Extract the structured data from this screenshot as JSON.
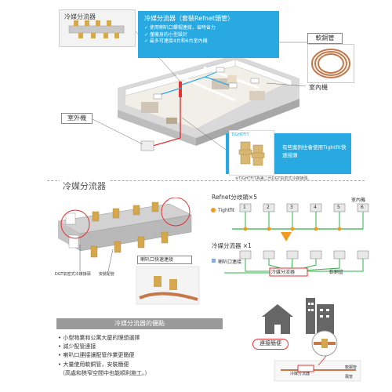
{
  "top": {
    "distributor_label": "冷媒分流器",
    "callout_title": "冷媒分流器（套裝Refnet頭管）",
    "callout_bullets": [
      "✓ 使用喇叭口螺帽連接，省時省力",
      "✓ 僅機身的小型設計",
      "✓ 最多可連接4台和6台室內機"
    ],
    "copper_pipe_label": "軟銅管",
    "indoor_unit_label": "室內機",
    "outdoor_unit_label": "室外機",
    "tightfit_tag": "TIGHTFIT",
    "tightfit_text": "有些案例也會使用Tightfit快速接頭",
    "footnote": "※TIGHTFIT為第二代DGT氣密式冷媒接頭。"
  },
  "section": {
    "title": "冷媒分流器",
    "dgt_label": "DGT氣密式冷媒接頭",
    "install_pipe_label": "安裝配管",
    "flare_label": "喇叭口快速連接"
  },
  "diagrams": {
    "refnet_title": "Refnet分歧頭×5",
    "refnet_legend": "Tightfit",
    "branch_title": "冷媒分流器 ×1",
    "branch_legend": "喇叭口連接",
    "branch_box_label": "冷媒分流器",
    "soft_pipe_label": "軟銅管",
    "indoor_label": "室內機",
    "units": [
      "1",
      "2",
      "3",
      "4",
      "5",
      "6"
    ]
  },
  "merits": {
    "title": "冷媒分流器的優點",
    "items": [
      "小型物業和公寓大廈的理想選擇",
      "減少配管連接",
      "喇叭口連接讓配管作業更簡便",
      "大量使用軟銅管，安裝簡便"
    ],
    "note": "（高處和狹窄空間中也能順利施工。）",
    "easy_label": "連接簡便",
    "small_labels": [
      "冷媒分流器",
      "軟銅管",
      "風管"
    ]
  },
  "colors": {
    "accent_blue": "#29a9e1",
    "highlight_red": "#e33333",
    "arrow_orange": "#f39a1e",
    "pipe_green": "#2fb34a"
  }
}
